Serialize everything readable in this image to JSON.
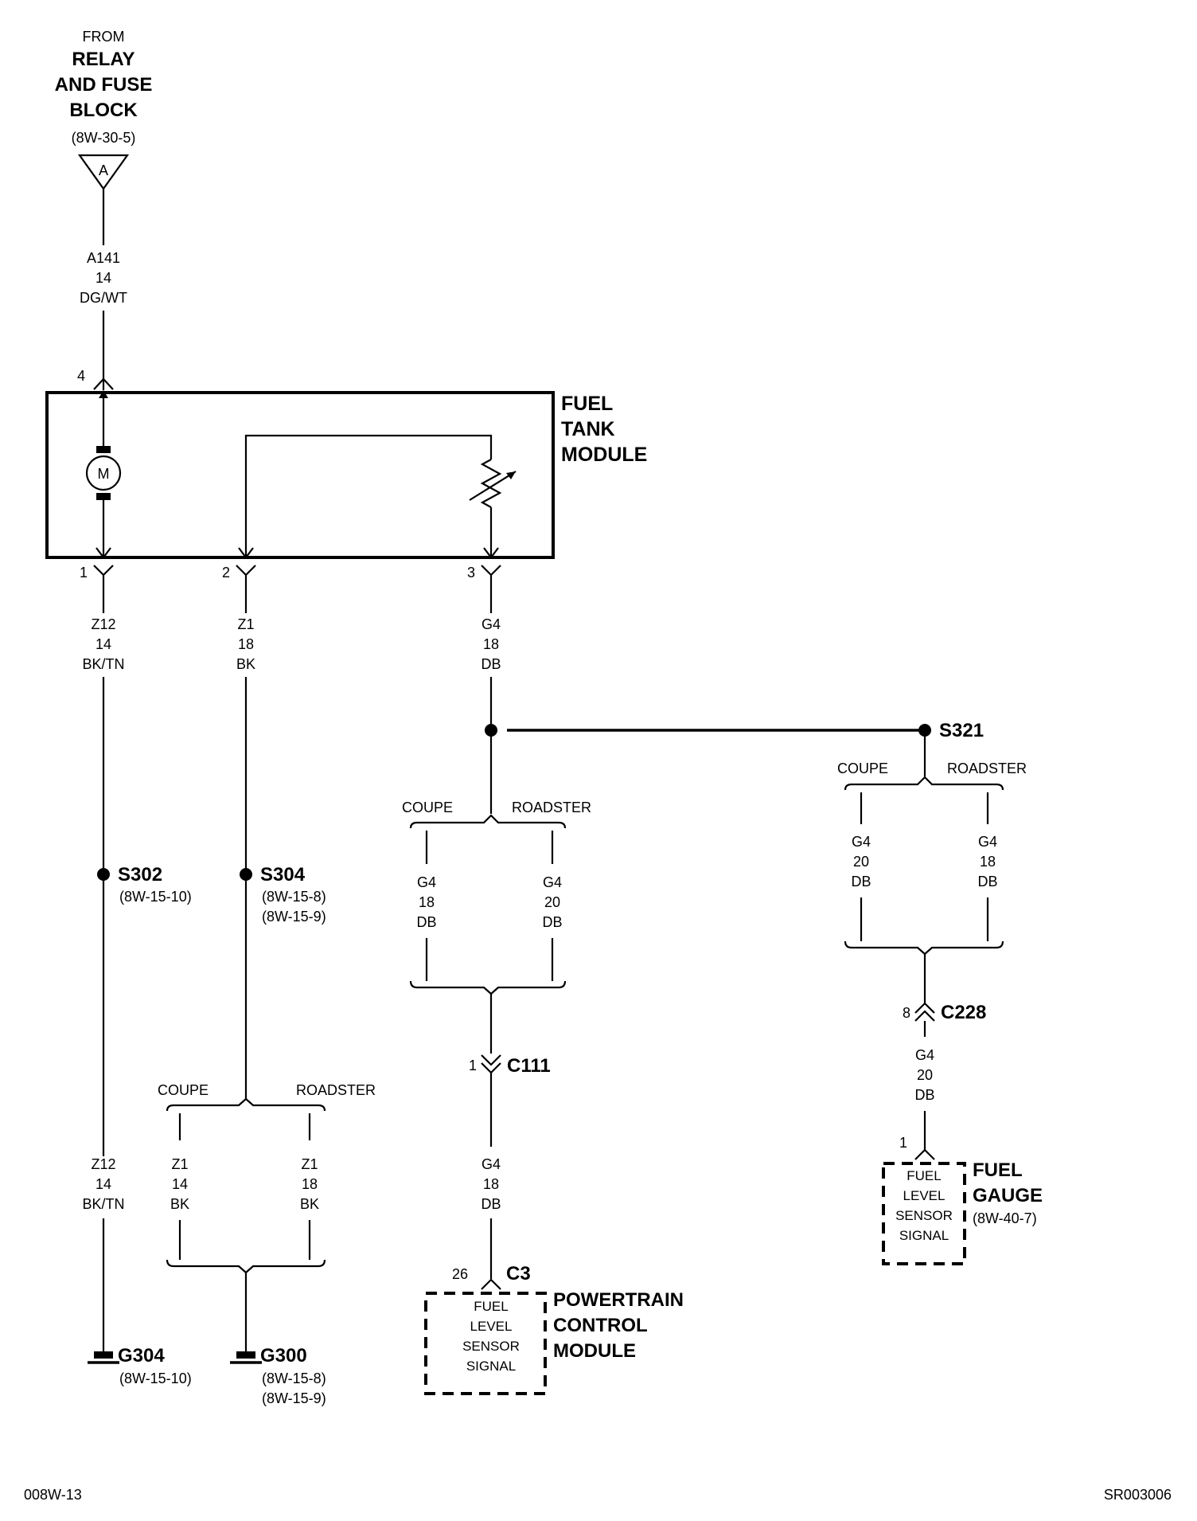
{
  "source": {
    "from": "FROM",
    "name_lines": [
      "RELAY",
      "AND FUSE",
      "BLOCK"
    ],
    "ref": "(8W-30-5)",
    "connector": "A"
  },
  "feed_wire": {
    "circuit": "A141",
    "gauge": "14",
    "color": "DG/WT"
  },
  "fuel_tank_module": {
    "name_lines": [
      "FUEL",
      "TANK",
      "MODULE"
    ],
    "motor": "M",
    "pins": {
      "top": "4",
      "left": "1",
      "middle": "2",
      "right": "3"
    }
  },
  "wires": {
    "pin1": {
      "circuit": "Z12",
      "gauge": "14",
      "color": "BK/TN"
    },
    "pin2": {
      "circuit": "Z1",
      "gauge": "18",
      "color": "BK"
    },
    "pin3": {
      "circuit": "G4",
      "gauge": "18",
      "color": "DB"
    },
    "pin1_lower": {
      "circuit": "Z12",
      "gauge": "14",
      "color": "BK/TN"
    },
    "pcm_branch_coupe": {
      "circuit": "G4",
      "gauge": "18",
      "color": "DB"
    },
    "pcm_branch_roadster": {
      "circuit": "G4",
      "gauge": "20",
      "color": "DB"
    },
    "gauge_branch_coupe": {
      "circuit": "G4",
      "gauge": "20",
      "color": "DB"
    },
    "gauge_branch_roadster": {
      "circuit": "G4",
      "gauge": "18",
      "color": "DB"
    },
    "ground_coupe": {
      "circuit": "Z1",
      "gauge": "14",
      "color": "BK"
    },
    "ground_roadster": {
      "circuit": "Z1",
      "gauge": "18",
      "color": "BK"
    },
    "c111_to_pcm": {
      "circuit": "G4",
      "gauge": "18",
      "color": "DB"
    },
    "c228_to_gauge": {
      "circuit": "G4",
      "gauge": "20",
      "color": "DB"
    }
  },
  "variants": {
    "coupe": "COUPE",
    "roadster": "ROADSTER"
  },
  "splices": {
    "s302": {
      "id": "S302",
      "refs": [
        "(8W-15-10)"
      ]
    },
    "s304": {
      "id": "S304",
      "refs": [
        "(8W-15-8)",
        "(8W-15-9)"
      ]
    },
    "s321": {
      "id": "S321"
    }
  },
  "connectors": {
    "c111": {
      "id": "C111",
      "pin": "1"
    },
    "c228": {
      "id": "C228",
      "pin": "8"
    },
    "c3": {
      "id": "C3",
      "pin": "26"
    },
    "gauge_pin": "1"
  },
  "grounds": {
    "g304": {
      "id": "G304",
      "refs": [
        "(8W-15-10)"
      ]
    },
    "g300": {
      "id": "G300",
      "refs": [
        "(8W-15-8)",
        "(8W-15-9)"
      ]
    }
  },
  "pcm": {
    "signal_lines": [
      "FUEL",
      "LEVEL",
      "SENSOR",
      "SIGNAL"
    ],
    "name_lines": [
      "POWERTRAIN",
      "CONTROL",
      "MODULE"
    ]
  },
  "fuel_gauge": {
    "signal_lines": [
      "FUEL",
      "LEVEL",
      "SENSOR",
      "SIGNAL"
    ],
    "name_lines": [
      "FUEL",
      "GAUGE"
    ],
    "ref": "(8W-40-7)"
  },
  "footer": {
    "left": "008W-13",
    "right": "SR003006"
  }
}
